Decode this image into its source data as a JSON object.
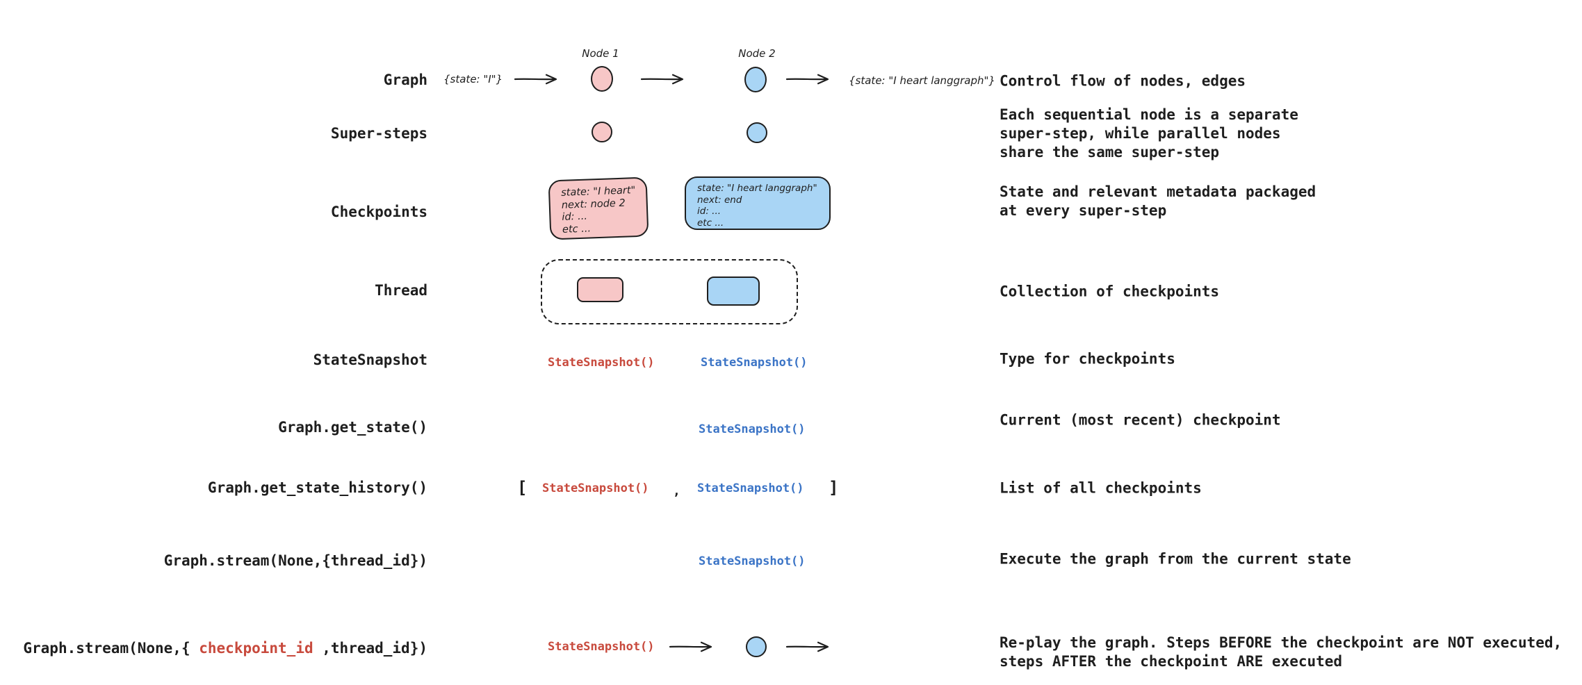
{
  "colors": {
    "background": "#ffffff",
    "ink": "#1e1e1e",
    "pink_fill": "#f7c7c7",
    "blue_fill": "#a9d5f5",
    "red_code": "#c84a3d",
    "blue_code": "#3b74c6"
  },
  "rows": {
    "graph": {
      "label": "Graph",
      "description": "Control flow of nodes, edges"
    },
    "super_steps": {
      "label": "Super-steps",
      "description": "Each sequential node is a separate\nsuper-step, while parallel nodes\nshare the same super-step"
    },
    "checkpoints": {
      "label": "Checkpoints",
      "description": "State and relevant metadata packaged\nat every super-step"
    },
    "thread": {
      "label": "Thread",
      "description": "Collection of checkpoints"
    },
    "state_snapshot": {
      "label": "StateSnapshot",
      "description": "Type for checkpoints"
    },
    "get_state": {
      "label": "Graph.get_state()",
      "description": "Current (most recent) checkpoint"
    },
    "get_state_history": {
      "label": "Graph.get_state_history()",
      "description": "List of all checkpoints",
      "bracket_open": "[",
      "comma": ",",
      "bracket_close": "]"
    },
    "stream_thread": {
      "label": "Graph.stream(None,{thread_id})",
      "description": "Execute the graph from the current state"
    },
    "stream_checkpoint": {
      "label_prefix": "Graph.stream(None,{ ",
      "label_highlight": "checkpoint_id",
      "label_suffix": " ,thread_id})",
      "description": "Re-play the graph. Steps BEFORE the checkpoint are NOT executed,\nsteps AFTER the checkpoint ARE executed"
    }
  },
  "graph_flow": {
    "input_state": "{state: \"I\"}",
    "node1_label": "Node 1",
    "node2_label": "Node 2",
    "output_state": "{state: \"I heart langgraph\"}"
  },
  "checkpoint_cards": {
    "pink_lines": [
      "state: \"I heart\"",
      "next: node 2",
      "id: ...",
      "etc ..."
    ],
    "blue_lines": [
      "state: \"I heart langgraph\"",
      "next: end",
      "id: ...",
      "etc ..."
    ]
  },
  "code": {
    "state_snapshot": "StateSnapshot()"
  }
}
